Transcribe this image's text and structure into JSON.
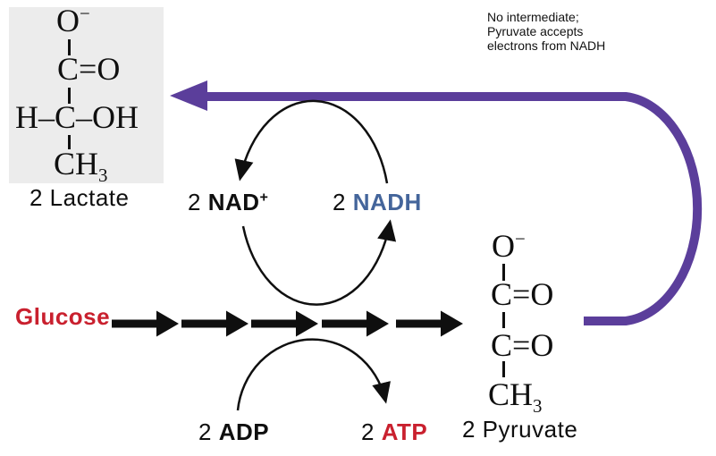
{
  "note": {
    "line1": "No intermediate;",
    "line2": "Pyruvate accepts",
    "line3": "electrons from NADH"
  },
  "glucose": {
    "label": "Glucose"
  },
  "nad": {
    "count": "2 ",
    "name": "NAD",
    "sup": "+"
  },
  "nadh": {
    "count": "2 ",
    "name": "NADH"
  },
  "adp": {
    "count": "2 ",
    "name": "ADP"
  },
  "atp": {
    "count": "2 ",
    "name": "ATP"
  },
  "lactate": {
    "label": "2 Lactate",
    "o_top": "O",
    "o_top_charge": "−",
    "c1": "C",
    "dbond1": "=",
    "o1": "O",
    "h_left": "H",
    "sbond1": "–",
    "c2": "C",
    "sbond2": "–",
    "oh": "OH",
    "ch": "CH",
    "ch_sub": "3"
  },
  "pyruvate": {
    "label": "2 Pyruvate",
    "o_top": "O",
    "o_top_charge": "−",
    "c1": "C",
    "dbond1": "=",
    "o1": "O",
    "c2": "C",
    "dbond2": "=",
    "o2": "O",
    "ch": "CH",
    "ch_sub": "3"
  },
  "colors": {
    "purple_arrow": "#5b3e9b",
    "red_text": "#c9202e",
    "nadh_blue": "#44659b",
    "diagram_black": "#0f0f0f",
    "molecule_box_gray": "#ececec"
  }
}
